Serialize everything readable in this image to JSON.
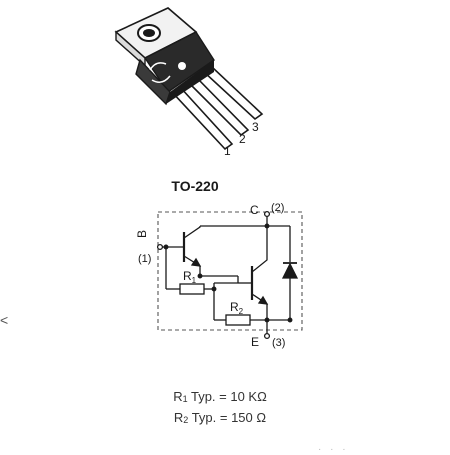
{
  "package": {
    "title": "TO-220",
    "pin_numbers": [
      "1",
      "2",
      "3"
    ]
  },
  "schematic": {
    "pins": {
      "base_letter": "B",
      "base_number": "(1)",
      "collector_letter": "C",
      "collector_number": "(2)",
      "emitter_letter": "E",
      "emitter_number": "(3)"
    },
    "resistors": [
      {
        "sym": "R",
        "sub": "1"
      },
      {
        "sym": "R",
        "sub": "2"
      }
    ]
  },
  "notes": [
    {
      "sym": "R",
      "sub": "1",
      "text": " Typ. = 10 KΩ"
    },
    {
      "sym": "R",
      "sub": "2",
      "text": " Typ. = 150 Ω"
    }
  ],
  "edge_glyph": "<",
  "footer_dots": "· · ·",
  "colors": {
    "line": "#1a1a1a",
    "dashed_box": "#555555",
    "package_body": "#2a2a2a",
    "tab": "#f2f2f2"
  }
}
